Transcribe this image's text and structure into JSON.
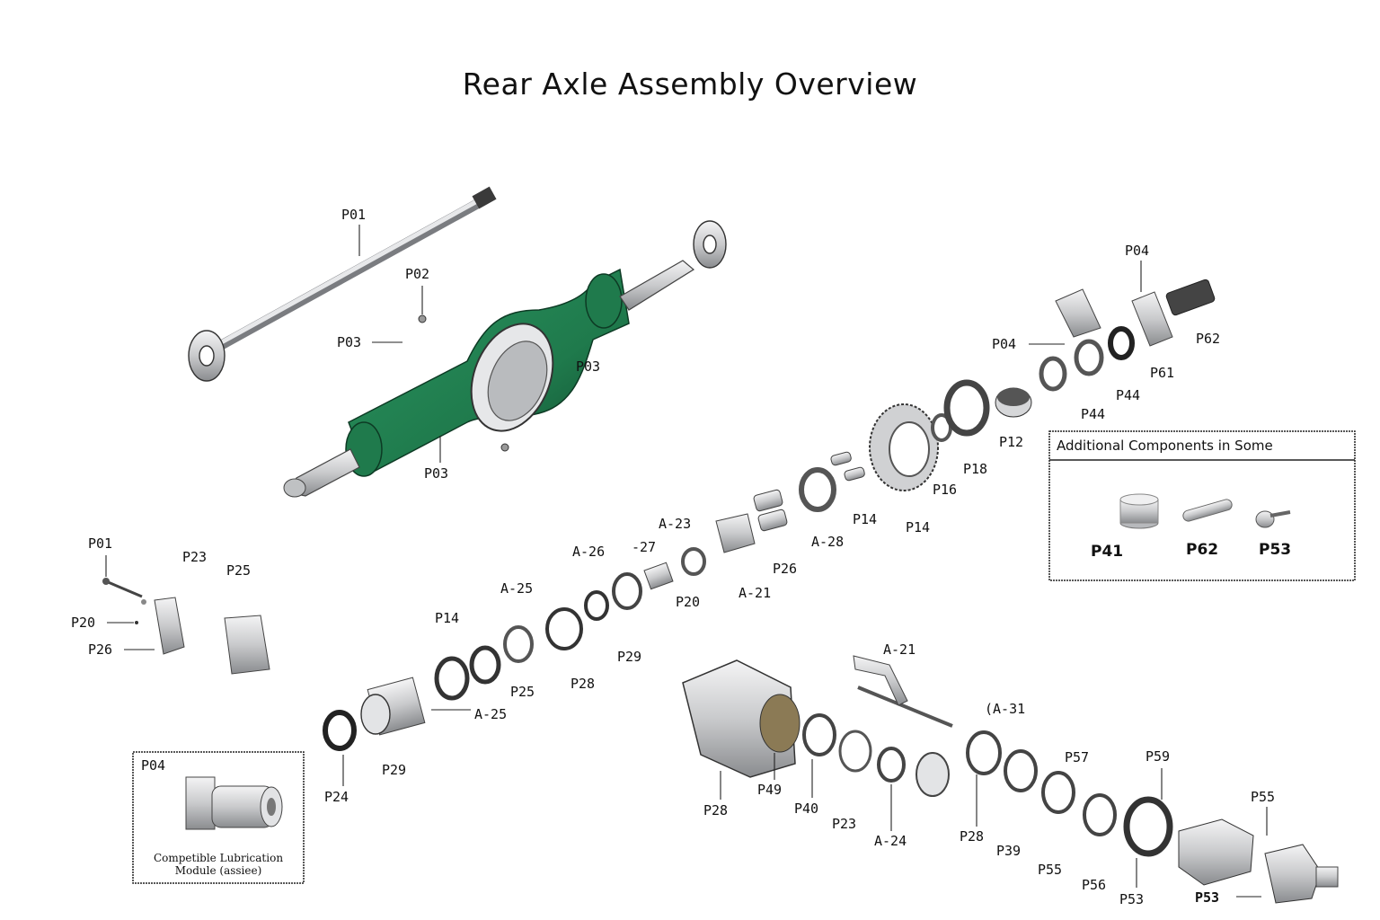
{
  "title": "Rear Axle Assembly Overview",
  "colors": {
    "housing": "#1f7a4c",
    "housing_dark": "#135234",
    "metal": "#d9dadc",
    "metal_dark": "#8d8f92",
    "ink": "#111111"
  },
  "labels": {
    "p01_top": "P01",
    "p02": "P02",
    "p03_left": "P03",
    "p03_right": "P03",
    "p03_bottom": "P03",
    "p04_top": "P04",
    "p62_top": "P62",
    "p61": "P61",
    "p44_a": "P44",
    "p44_b": "P44",
    "p04_mid": "P04",
    "p12": "P12",
    "p18": "P18",
    "p16": "P16",
    "p14_a": "P14",
    "p14_b": "P14",
    "a28": "A-28",
    "p26_mid": "P26",
    "a21_mid": "A-21",
    "a23": "A-23",
    "p20_mid": "P20",
    "a26": "A-26",
    "a27": "-27",
    "p29_mid": "P29",
    "p28_mid": "P28",
    "a25_top": "A-25",
    "p25_mid": "P25",
    "p14_left": "P14",
    "a25_bottom": "A-25",
    "p29_bottom": "P29",
    "p24": "P24",
    "p01_left": "P01",
    "p23_left": "P23",
    "p25_left": "P25",
    "p20_left": "P20",
    "p26_left": "P26",
    "a21_bottom": "A-21",
    "a31": "(A-31",
    "p28_bottom": "P28",
    "p49": "P49",
    "p40": "P40",
    "p23_bottom": "P23",
    "a24": "A-24",
    "p28_b2": "P28",
    "p39": "P39",
    "p57": "P57",
    "p55_a": "P55",
    "p56": "P56",
    "p59": "P59",
    "p53_a": "P53",
    "p55_b": "P55",
    "p53_b": "P53"
  },
  "additional_box": {
    "title": "Additional Components in Some",
    "items": [
      {
        "label": "P41",
        "icon": "cylinder-icon"
      },
      {
        "label": "P62",
        "icon": "pin-icon"
      },
      {
        "label": "P53",
        "icon": "bolt-icon"
      }
    ]
  },
  "lube_box": {
    "label": "P04",
    "caption_line1": "Competible Lubrication",
    "caption_line2": "Module (assiee)"
  }
}
